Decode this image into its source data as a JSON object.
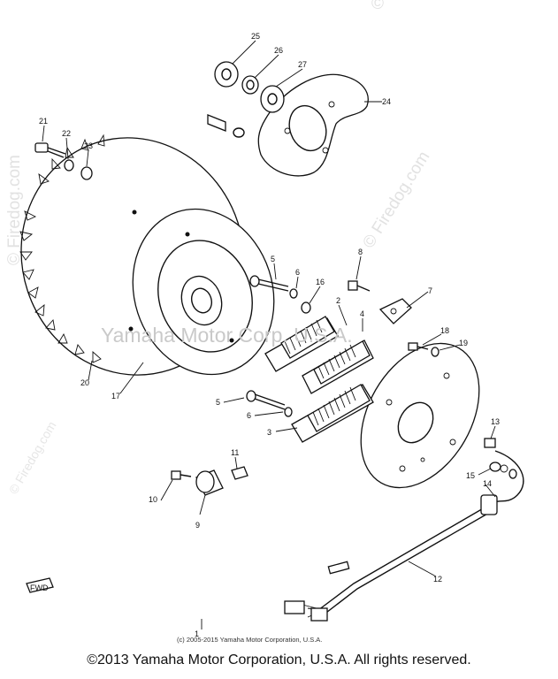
{
  "part_numbers": [
    "1",
    "2",
    "3",
    "4",
    "5",
    "5",
    "6",
    "6",
    "7",
    "8",
    "9",
    "10",
    "11",
    "12",
    "13",
    "14",
    "15",
    "16",
    "17",
    "18",
    "19",
    "20",
    "21",
    "22",
    "23",
    "24",
    "25",
    "26",
    "27"
  ],
  "direction_marker": "FWD",
  "watermarks": {
    "center": "Yamaha Motor Corp. U.S.A.",
    "diagonal": "© Firedog.com",
    "diagonal_2": "© Firedog.com",
    "diagonal_3": "© Firedog.com",
    "corner": "©"
  },
  "image_copyright": "(c) 2005-2015 Yamaha Motor Corporation, U.S.A.",
  "footer_copyright": "©2013 Yamaha Motor Corporation, U.S.A. All rights reserved."
}
